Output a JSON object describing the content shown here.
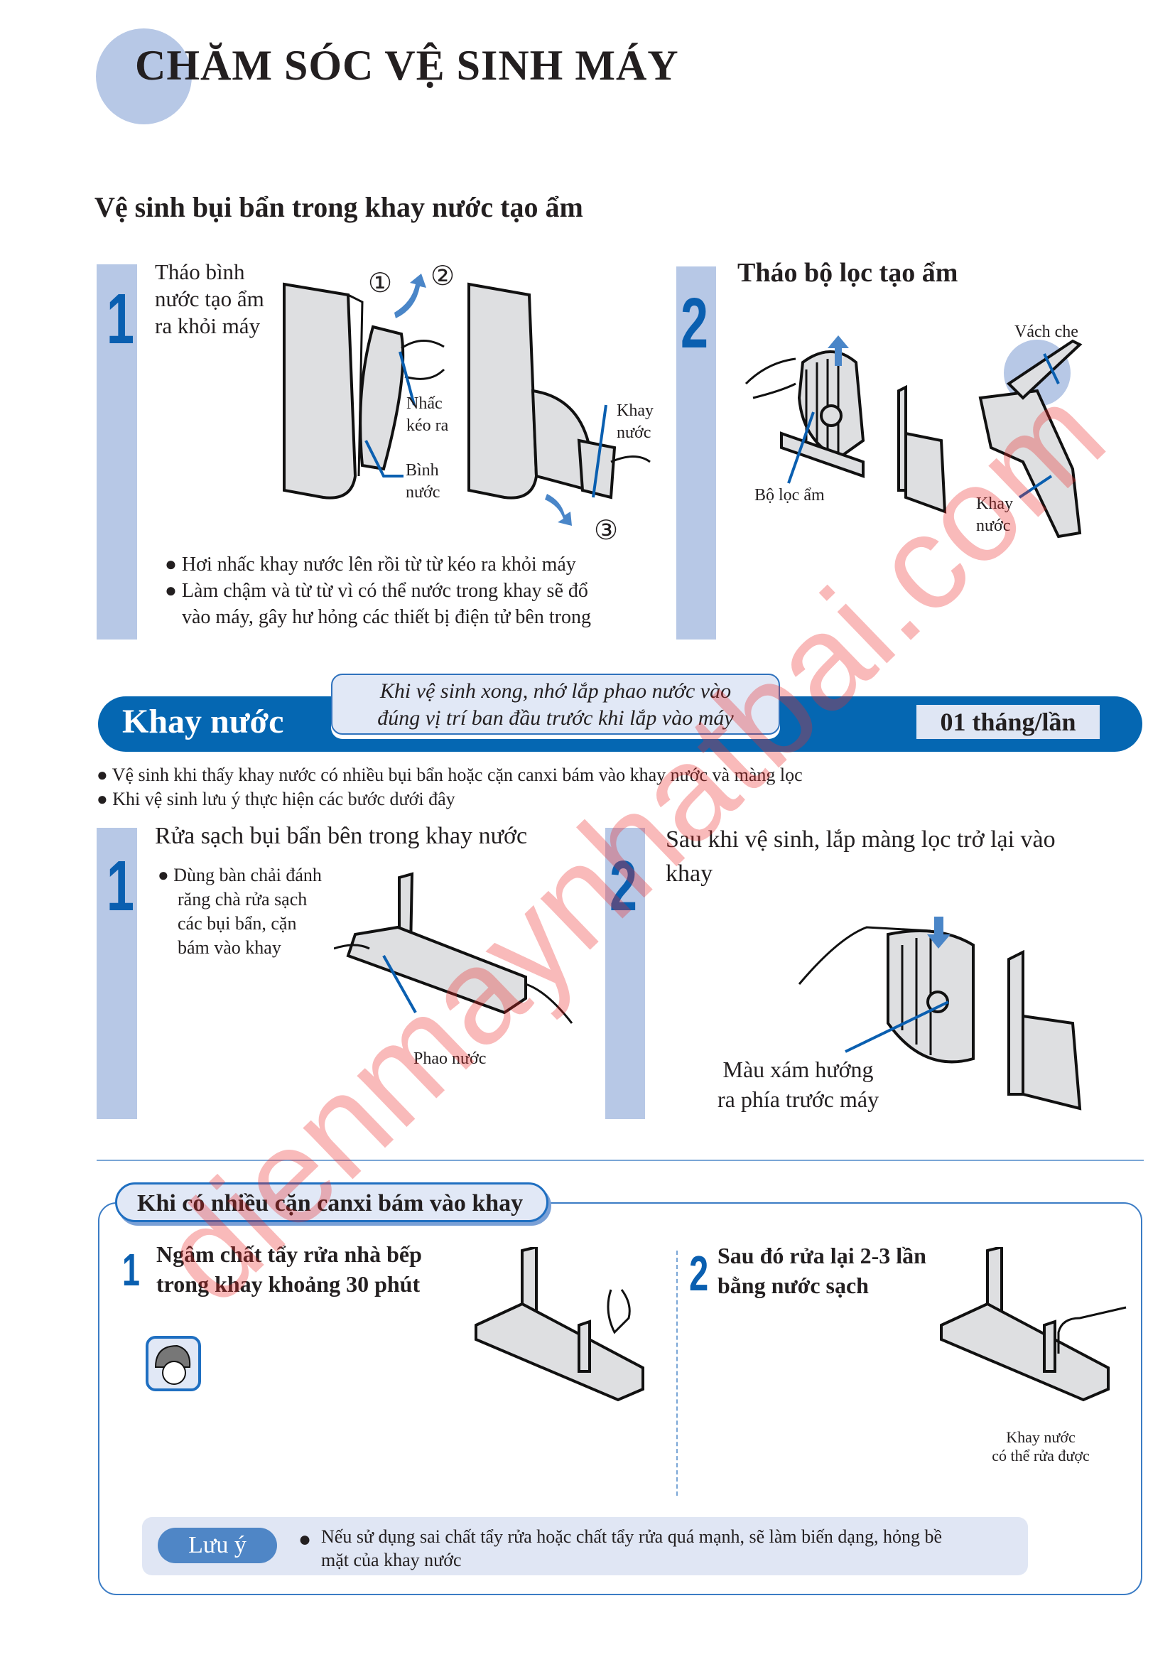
{
  "page": {
    "title": "CHĂM SÓC VỆ SINH MÁY",
    "subtitle": "Vệ sinh bụi bẩn trong khay nước tạo ẩm"
  },
  "section_top": {
    "step1": {
      "number": "1",
      "text": "Tháo bình nước tạo ẩm ra khỏi máy",
      "labels": {
        "nhac": "Nhấc kéo ra",
        "binh": "Bình nước",
        "khay": "Khay nước",
        "c1": "①",
        "c2": "②",
        "c3": "③"
      },
      "bullets": [
        "Hơi nhấc khay nước lên rồi từ từ kéo ra khỏi máy",
        "Làm chậm và từ từ vì có thể nước trong khay sẽ đổ",
        "vào máy, gây hư hỏng các thiết bị điện tử bên trong"
      ]
    },
    "step2": {
      "number": "2",
      "title": "Tháo bộ lọc tạo ẩm",
      "labels": {
        "vach": "Vách che",
        "boloc": "Bộ lọc ẩm",
        "khay": "Khay nước"
      }
    }
  },
  "khay_nuoc": {
    "label": "Khay nước",
    "callout": [
      "Khi vệ sinh xong, nhớ lắp phao nước vào",
      "đúng vị trí ban đầu trước khi lắp vào máy"
    ],
    "frequency": "01 tháng/lần",
    "bullets": [
      "Vệ sinh khi thấy khay nước có nhiều bụi bẩn hoặc cặn canxi bám vào khay nước và màng lọc",
      "Khi vệ sinh lưu ý thực hiện các bước dưới đây"
    ],
    "step1": {
      "number": "1",
      "title": "Rửa sạch bụi bẩn bên trong khay nước",
      "bullet": [
        "Dùng bàn chải đánh",
        "răng chà rửa sạch",
        "các bụi bẩn, cặn",
        "bám vào khay"
      ],
      "label": "Phao nước"
    },
    "step2": {
      "number": "2",
      "title": [
        "Sau khi vệ sinh, lắp màng lọc trở lại vào",
        "khay"
      ],
      "caption": [
        "Màu xám hướng",
        "ra phía trước máy"
      ]
    }
  },
  "canxi": {
    "tab": "Khi có nhiều cặn canxi bám vào khay",
    "step1": {
      "number": "1",
      "text": [
        "Ngâm chất tẩy rửa nhà bếp",
        "trong khay khoảng 30 phút"
      ]
    },
    "step2": {
      "number": "2",
      "text": [
        "Sau đó rửa lại 2-3 lần",
        "bằng nước sạch"
      ],
      "label": [
        "Khay nước",
        "có thể rửa được"
      ]
    },
    "note": {
      "label": "Lưu ý",
      "text": [
        "Nếu sử dụng sai chất tẩy rửa hoặc chất tẩy rửa quá mạnh, sẽ làm biến dạng, hỏng bề",
        "mặt của khay nước"
      ]
    }
  },
  "watermark": "dienmaynhatbai.com",
  "colors": {
    "accent": "#0567b2",
    "light": "#b7c8e6",
    "panel": "#e1e8f6",
    "pill": "#4f86c6"
  }
}
